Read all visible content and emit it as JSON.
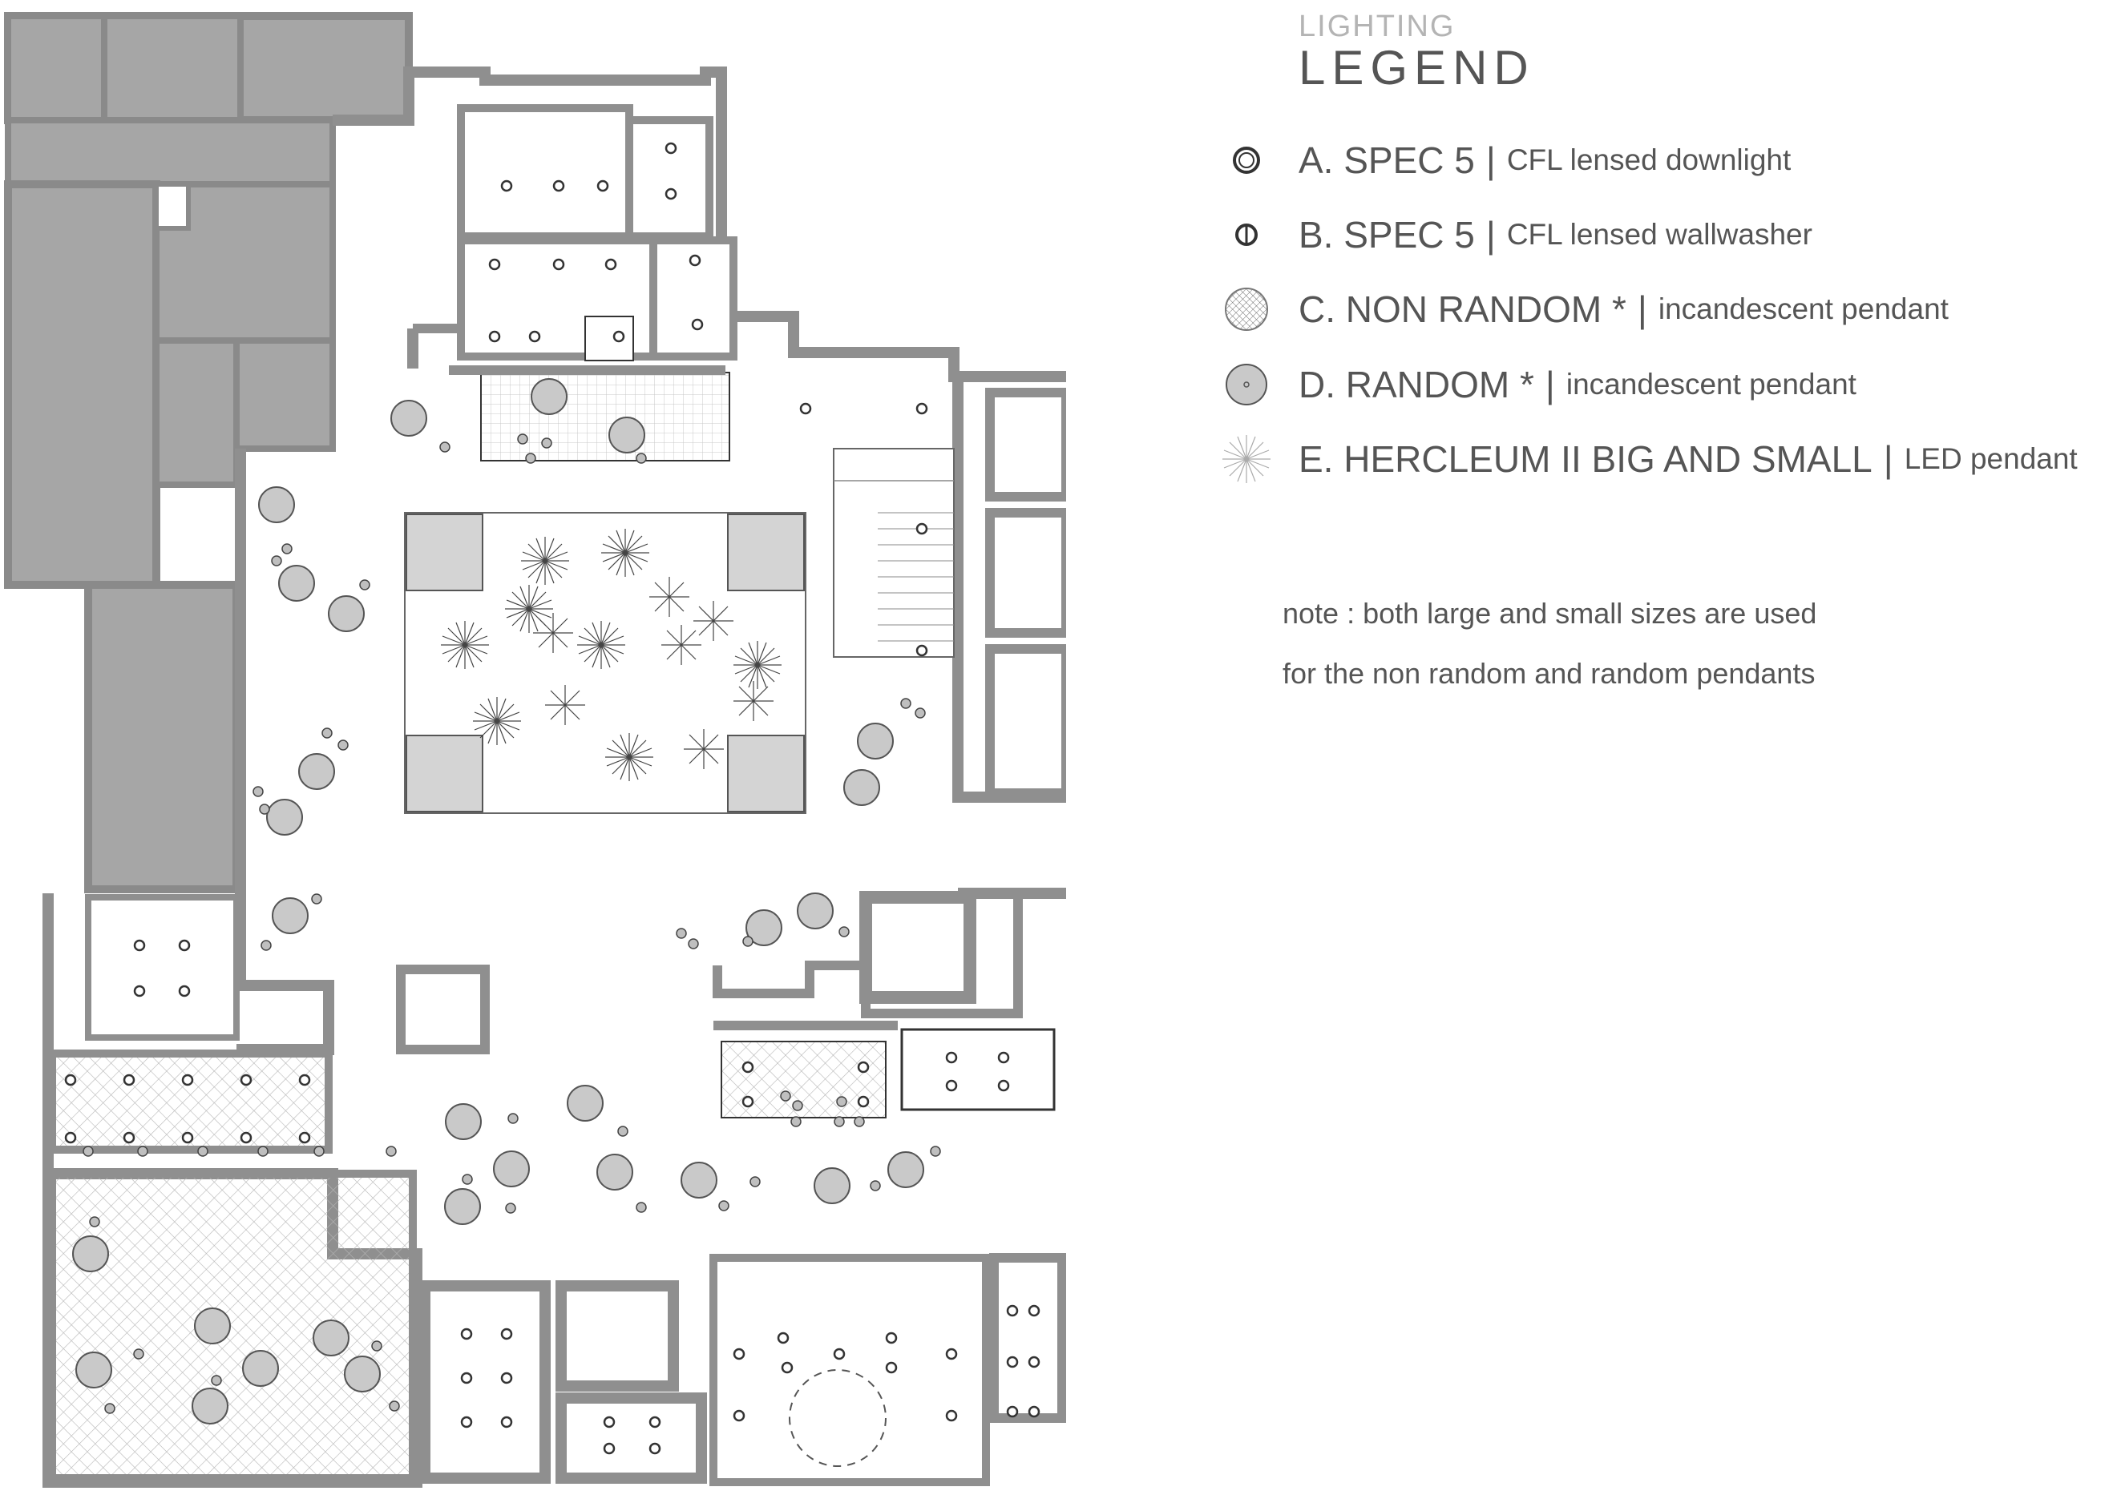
{
  "legend": {
    "title_small": "LIGHTING",
    "title_big": "LEGEND",
    "items": [
      {
        "icon": "downlight-icon",
        "code": "A. SPEC 5",
        "desc": "CFL lensed downlight"
      },
      {
        "icon": "wallwasher-icon",
        "code": "B. SPEC 5",
        "desc": "CFL lensed wallwasher"
      },
      {
        "icon": "non-random-pendant-icon",
        "code": "C. NON RANDOM *",
        "desc": "incandescent pendant"
      },
      {
        "icon": "random-pendant-icon",
        "code": "D. RANDOM *",
        "desc": "incandescent pendant"
      },
      {
        "icon": "hercleum-pendant-icon",
        "code": "E. HERCLEUM II BIG AND SMALL",
        "desc": "LED pendant"
      }
    ],
    "note_line1": "note : both large and small sizes are used",
    "note_line2": "for the non random and random pendants"
  },
  "colors": {
    "wall": "#8f8f8f",
    "fill_dark": "#9f9f9f",
    "fill_light": "#b3b3b3",
    "pendant": "#c9c9c9",
    "line": "#333333"
  }
}
